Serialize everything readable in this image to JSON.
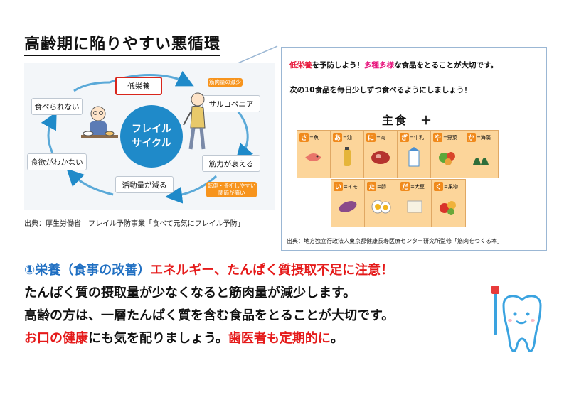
{
  "title": "高齢期に陥りやすい悪循環",
  "cycle": {
    "center_line1": "フレイル",
    "center_line2": "サイクル",
    "boxes": {
      "undernutrition": "低栄養",
      "sarcopenia": "サルコペニア",
      "weak_muscle": "筋力が衰える",
      "less_activity": "活動量が減る",
      "no_appetite": "食欲がわかない",
      "cannot_eat": "食べられない"
    },
    "notes": {
      "muscle_loss": "筋肉量の減少",
      "fall_line1": "転倒・骨折しやすい",
      "fall_line2": "関節が痛い"
    },
    "source": "出典：厚生労働省　フレイル予防事業「食べて元気にフレイル予防」"
  },
  "panel": {
    "line1_part1": "低栄養",
    "line1_part2": "を予防しよう！",
    "line1_part3": "多種多様",
    "line1_part4": "な食品をとることが大切です。",
    "line2": "次の10食品を毎日少しずつ食べるようにしましょう！",
    "staple": "主食　＋",
    "foods_row1": [
      {
        "kana": "さ",
        "food": "=魚"
      },
      {
        "kana": "あ",
        "food": "=油"
      },
      {
        "kana": "に",
        "food": "=肉"
      },
      {
        "kana": "ぎ",
        "food": "=牛乳"
      },
      {
        "kana": "や",
        "food": "=野菜"
      },
      {
        "kana": "か",
        "food": "=海藻"
      }
    ],
    "foods_row2": [
      {
        "kana": "い",
        "food": "=イモ"
      },
      {
        "kana": "た",
        "food": "=卵"
      },
      {
        "kana": "だ",
        "food": "=大豆"
      },
      {
        "kana": "く",
        "food": "=果物"
      }
    ],
    "source": "出典：地方独立行政法人東京都健康長寿医療センター研究所監修「筋肉をつくる本」"
  },
  "text": {
    "l1_blue": "①栄養（食事の改善）",
    "l1_red": "エネルギー、たんぱく質摂取不足に注意！",
    "l2": "たんぱく質の摂取量が少なくなると筋肉量が減少します。",
    "l3": "高齢の方は、一層たんぱく質を含む食品をとることが大切です。",
    "l4_red1": "お口の健康",
    "l4_black1": "にも気を配りましょう。",
    "l4_red2": "歯医者も定期的に",
    "l4_black2": "。"
  },
  "colors": {
    "cycle_blue": "#1f8ac9",
    "alert_red": "#e51a1a",
    "note_orange": "#f7941d",
    "card_bg": "#fcd59a"
  }
}
